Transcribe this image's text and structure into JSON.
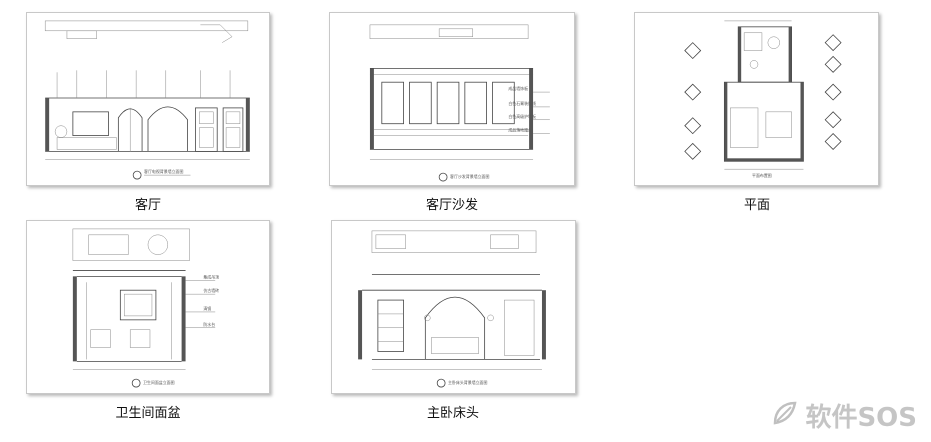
{
  "thumbnails": [
    {
      "caption": "客厅"
    },
    {
      "caption": "客厅沙发"
    },
    {
      "caption": "平面"
    },
    {
      "caption": "卫生间面盆"
    },
    {
      "caption": "主卧床头"
    }
  ],
  "watermark": {
    "text": "软件SOS"
  },
  "icons": {
    "watermark_logo": "leaf-swirl-icon"
  },
  "colors": {
    "card_border": "#c8c8c8",
    "caption_text": "#111111",
    "watermark": "#969696"
  }
}
